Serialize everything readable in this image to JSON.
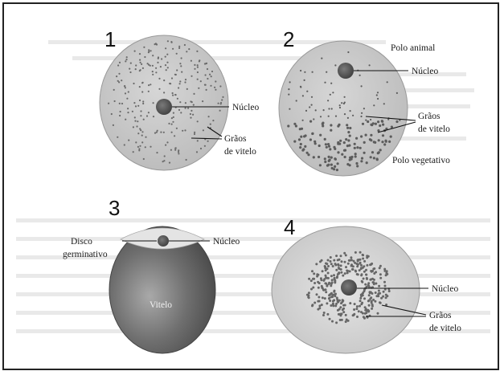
{
  "figure": {
    "panel_numbers": [
      "1",
      "2",
      "3",
      "4"
    ],
    "panel1": {
      "labels": {
        "nucleus": "Núcleo",
        "yolk_line1": "Grãos",
        "yolk_line2": "de vitelo"
      }
    },
    "panel2": {
      "labels": {
        "animal_pole": "Polo animal",
        "nucleus": "Núcleo",
        "yolk_line1": "Grãos",
        "yolk_line2": "de vitelo",
        "vegetal_pole": "Polo vegetativo"
      }
    },
    "panel3": {
      "labels": {
        "disc_line1": "Disco",
        "disc_line2": "germinativo",
        "nucleus": "Núcleo",
        "yolk": "Vitelo"
      }
    },
    "panel4": {
      "labels": {
        "nucleus": "Núcleo",
        "yolk_line1": "Grãos",
        "yolk_line2": "de vitelo"
      }
    }
  }
}
